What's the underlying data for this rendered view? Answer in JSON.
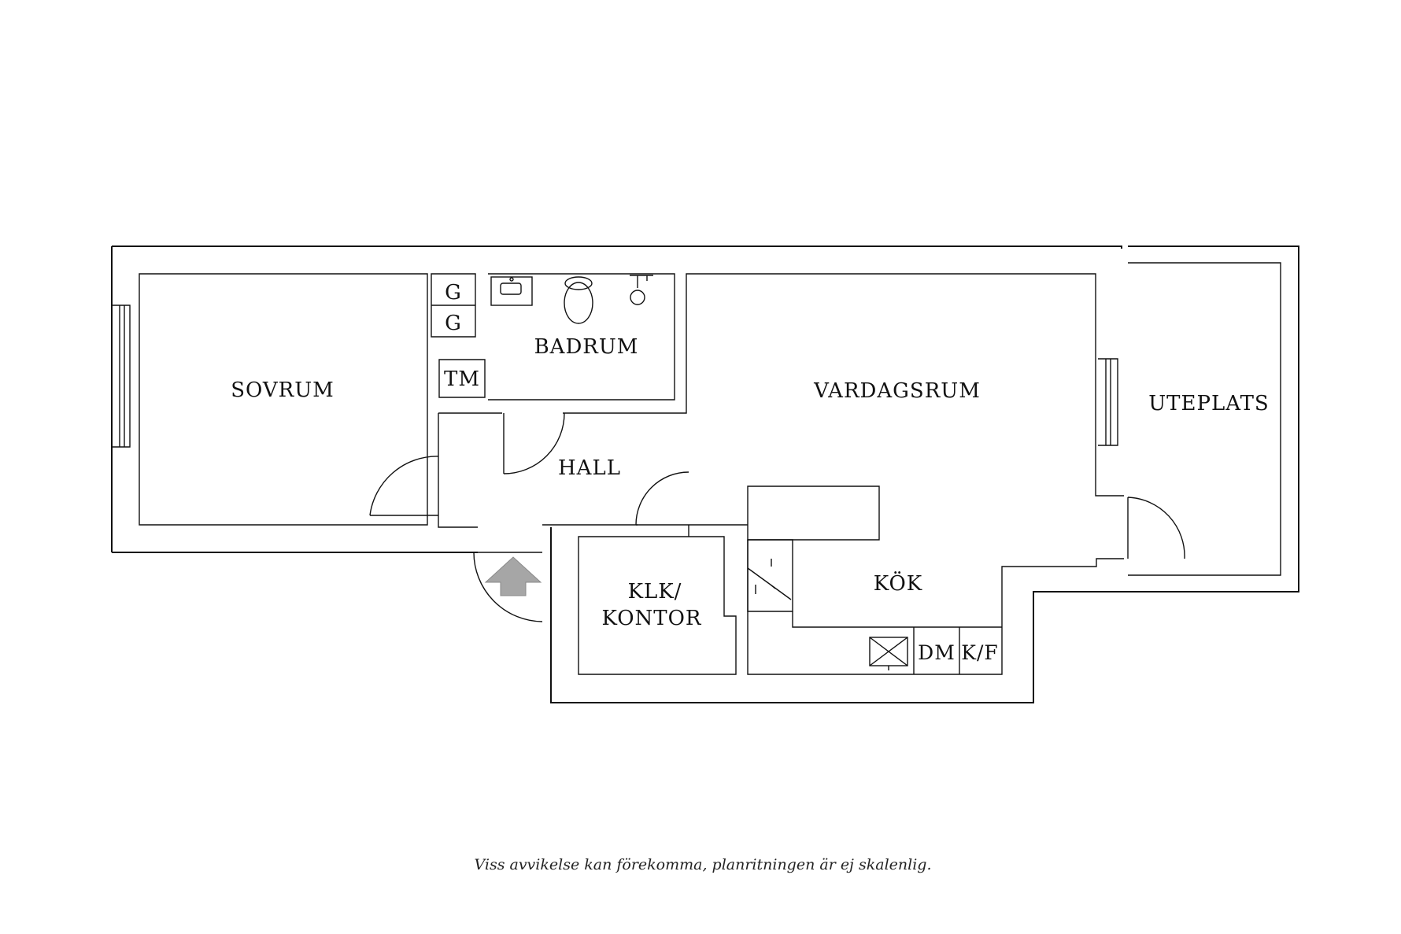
{
  "rooms": {
    "sovrum": "SOVRUM",
    "badrum": "BADRUM",
    "vardagsrum": "VARDAGSRUM",
    "uteplats": "UTEPLATS",
    "hall": "HALL",
    "klk_line1": "KLK/",
    "klk_line2": "KONTOR",
    "kok": "KÖK"
  },
  "fixtures": {
    "g1": "G",
    "g2": "G",
    "tm": "TM",
    "dm": "DM",
    "kf": "K/F"
  },
  "icons": [
    "sink-icon",
    "toilet-icon",
    "shower-icon",
    "stove-icon",
    "entrance-arrow-icon",
    "window-icon",
    "door-swing-icon"
  ],
  "caption": "Viss avvikelse kan förekomma, planritningen är ej skalenlig.",
  "colors": {
    "wall": "#111111",
    "arrow": "#a6a6a6",
    "background": "#ffffff"
  }
}
